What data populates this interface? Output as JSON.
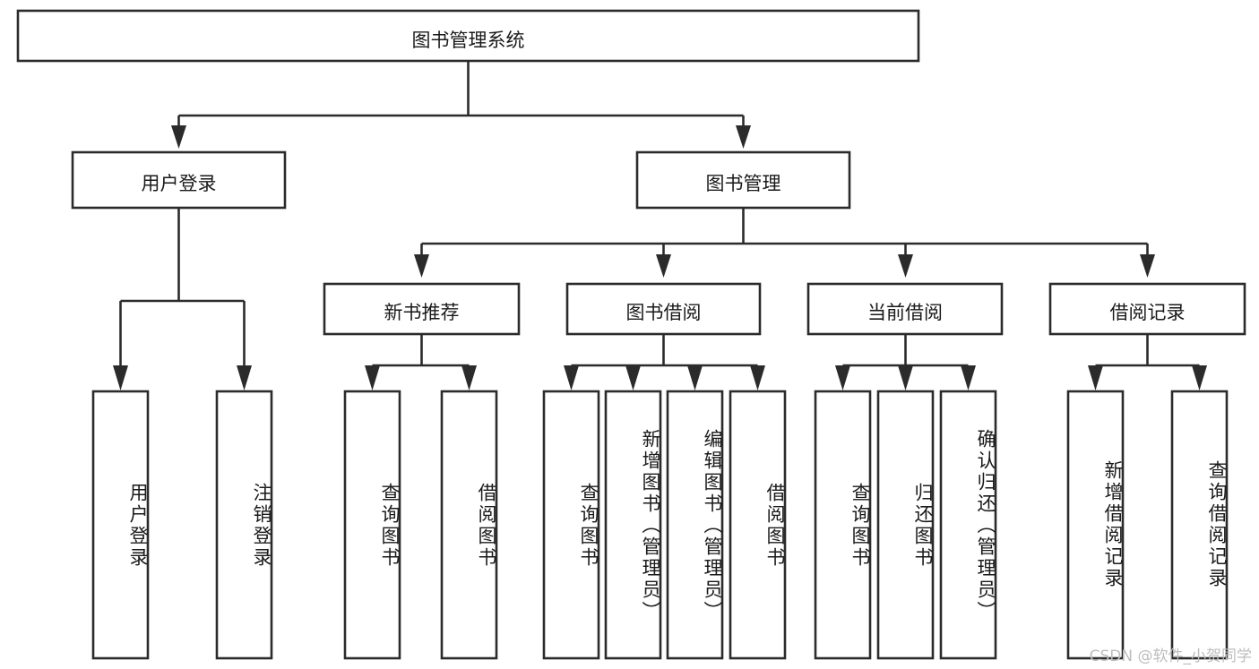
{
  "diagram": {
    "type": "hierarchy-tree",
    "title_node": "图书管理系统",
    "watermark": "CSDN @软件_小贺同学",
    "colors": {
      "box_stroke": "#2b2b2b",
      "box_fill": "#ffffff",
      "text": "#1a1a1a",
      "background": "#ffffff",
      "watermark": "#bdbdbd"
    },
    "levels": {
      "level1": [
        "图书管理系统"
      ],
      "level2": [
        "用户登录",
        "图书管理"
      ],
      "level3": [
        "新书推荐",
        "图书借阅",
        "当前借阅",
        "借阅记录"
      ],
      "level4": [
        "用户登录",
        "注销登录",
        "查询图书",
        "借阅图书",
        "查询图书",
        "新增图书（管理员）",
        "编辑图书（管理员）",
        "借阅图书",
        "查询图书",
        "归还图书",
        "确认归还（管理员）",
        "新增借阅记录",
        "查询借阅记录"
      ]
    },
    "nodes": {
      "root": {
        "label": "图书管理系统"
      },
      "user_login": {
        "label": "用户登录"
      },
      "book_manage": {
        "label": "图书管理"
      },
      "new_book_rec": {
        "label": "新书推荐"
      },
      "book_borrow": {
        "label": "图书借阅"
      },
      "current_borrow": {
        "label": "当前借阅"
      },
      "borrow_record": {
        "label": "借阅记录"
      },
      "leaf_user_login": {
        "label": "用户登录"
      },
      "leaf_logout": {
        "label": "注销登录"
      },
      "leaf_query_book_1": {
        "label": "查询图书"
      },
      "leaf_borrow_book_1": {
        "label": "借阅图书"
      },
      "leaf_query_book_2": {
        "label": "查询图书"
      },
      "leaf_add_book": {
        "label": "新增图书（管理员）"
      },
      "leaf_edit_book": {
        "label": "编辑图书（管理员）"
      },
      "leaf_borrow_book_2": {
        "label": "借阅图书"
      },
      "leaf_query_book_3": {
        "label": "查询图书"
      },
      "leaf_return_book": {
        "label": "归还图书"
      },
      "leaf_confirm_return": {
        "label": "确认归还（管理员）"
      },
      "leaf_add_record": {
        "label": "新增借阅记录"
      },
      "leaf_query_record": {
        "label": "查询借阅记录"
      }
    },
    "edges": [
      {
        "from": "root",
        "to": "user_login"
      },
      {
        "from": "root",
        "to": "book_manage"
      },
      {
        "from": "user_login",
        "to": "leaf_user_login"
      },
      {
        "from": "user_login",
        "to": "leaf_logout"
      },
      {
        "from": "book_manage",
        "to": "new_book_rec"
      },
      {
        "from": "book_manage",
        "to": "book_borrow"
      },
      {
        "from": "book_manage",
        "to": "current_borrow"
      },
      {
        "from": "book_manage",
        "to": "borrow_record"
      },
      {
        "from": "new_book_rec",
        "to": "leaf_query_book_1"
      },
      {
        "from": "new_book_rec",
        "to": "leaf_borrow_book_1"
      },
      {
        "from": "book_borrow",
        "to": "leaf_query_book_2"
      },
      {
        "from": "book_borrow",
        "to": "leaf_add_book"
      },
      {
        "from": "book_borrow",
        "to": "leaf_edit_book"
      },
      {
        "from": "book_borrow",
        "to": "leaf_borrow_book_2"
      },
      {
        "from": "current_borrow",
        "to": "leaf_query_book_3"
      },
      {
        "from": "current_borrow",
        "to": "leaf_return_book"
      },
      {
        "from": "current_borrow",
        "to": "leaf_confirm_return"
      },
      {
        "from": "borrow_record",
        "to": "leaf_add_record"
      },
      {
        "from": "borrow_record",
        "to": "leaf_query_record"
      }
    ]
  }
}
